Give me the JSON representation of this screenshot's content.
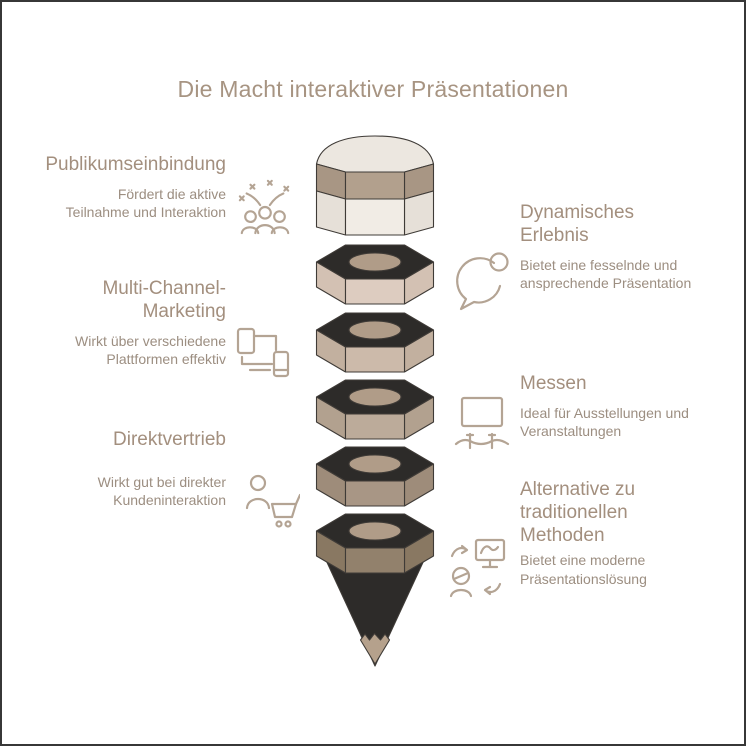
{
  "title": "Die Macht interaktiver Präsentationen",
  "left_items": [
    {
      "heading": "Publikumseinbindung",
      "description": "Fördert die aktive Teilnahme und Interaktion",
      "icon": "celebration-audience-icon"
    },
    {
      "heading": "Multi-Channel-Marketing",
      "description": "Wirkt über verschiedene Plattformen effektiv",
      "icon": "connected-devices-icon"
    },
    {
      "heading": "Direktvertrieb",
      "description": "Wirkt gut bei direkter Kundeninteraktion",
      "icon": "customer-cart-icon"
    }
  ],
  "right_items": [
    {
      "heading": "Dynamisches Erlebnis",
      "description": "Bietet eine fesselnde und ansprechende Präsentation",
      "icon": "speech-bubble-icon"
    },
    {
      "heading": "Messen",
      "description": "Ideal für Ausstellungen und Veranstaltungen",
      "icon": "exhibition-stand-icon"
    },
    {
      "heading": "Alternative zu traditionellen Methoden",
      "description": "Bietet eine moderne Präsentationslösung",
      "icon": "modern-presenter-icon"
    }
  ],
  "pencil": {
    "segment_count": 6,
    "colors": {
      "top_face": "#2d2b29",
      "core": "#b09c88",
      "eraser": "#ece7e0",
      "eraser_front": "#f1ece5",
      "eraser_side": "#e6e0d8",
      "ferrule": "#b2a08d",
      "ferrule_side": "#a89684",
      "cone": "#2d2b29",
      "wood_tip": "#b5a18c",
      "seg_front_0": "#ddccc0",
      "seg_side_0": "#d3c1b3",
      "seg_front_1": "#ccbaaa",
      "seg_side_1": "#c2b09f",
      "seg_front_2": "#bcab9a",
      "seg_side_2": "#b2a18f",
      "seg_front_3": "#a89685",
      "seg_side_3": "#9e8c7a",
      "seg_front_4": "#92816c",
      "seg_side_4": "#897862"
    }
  },
  "theme": {
    "title_color": "#a79482",
    "heading_color": "#a38f7e",
    "body_color": "#9c8e81",
    "icon_stroke": "#b4a494",
    "border_color": "#373737",
    "background": "#ffffff"
  }
}
